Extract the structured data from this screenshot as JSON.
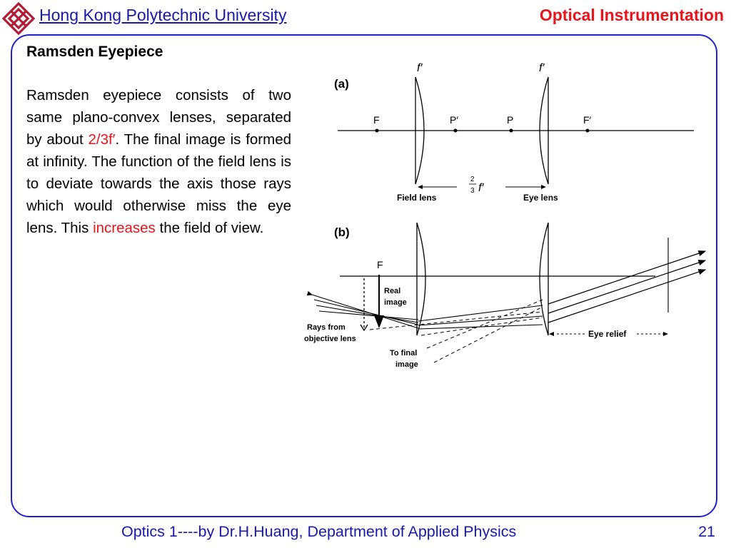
{
  "header": {
    "university": "Hong Kong Polytechnic University",
    "course": "Optical Instrumentation"
  },
  "slide": {
    "title": "Ramsden Eyepiece",
    "paragraph": {
      "part1": "Ramsden eyepiece consists of two same plano-convex lenses, separated by about ",
      "highlight1": "2/3f′",
      "part2": ".  The final image is formed at infinity. The function of the field lens is to deviate towards the axis those rays which would otherwise miss the eye lens. This ",
      "highlight2": "increases",
      "part3": " the field of view."
    }
  },
  "diagram": {
    "a": {
      "label": "(a)",
      "f_prime_1": "f′",
      "f_prime_2": "f′",
      "points": [
        "F",
        "P′",
        "P",
        "F′"
      ],
      "separation_num": "2",
      "separation_den": "3",
      "separation_sym": "f′",
      "field_lens": "Field lens",
      "eye_lens": "Eye lens"
    },
    "b": {
      "label": "(b)",
      "focus": "F",
      "real_image_1": "Real",
      "real_image_2": "image",
      "rays_from_1": "Rays from",
      "rays_from_2": "objective lens",
      "to_final_1": "To final",
      "to_final_2": "image",
      "eye_relief": "Eye relief"
    }
  },
  "footer": {
    "credit": "Optics 1----by Dr.H.Huang, Department of Applied Physics",
    "page": "21"
  },
  "colors": {
    "title_blue": "#1a1aa8",
    "accent_red": "#e8141c",
    "frame_blue": "#2222cc",
    "logo_red": "#b31b34"
  }
}
